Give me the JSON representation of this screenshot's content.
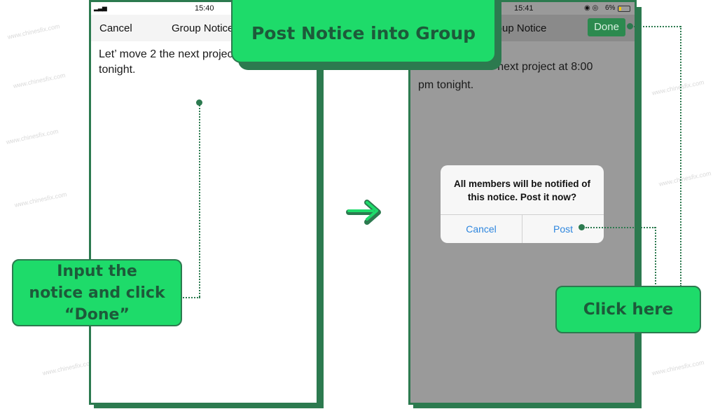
{
  "title": "Post Notice into Group",
  "left_phone": {
    "status_time": "15:40",
    "nav_cancel": "Cancel",
    "nav_title": "Group Notice",
    "notice_text_line1": "Let’ move 2 the next project at 8:00",
    "notice_text_line2": "tonight."
  },
  "right_phone": {
    "status_time": "15:41",
    "status_battery": "6%",
    "nav_title": "Group Notice",
    "nav_done": "Done",
    "notice_text_line1": "Let’ move 2 the next project at 8:00",
    "notice_text_line2": "pm tonight.",
    "dialog_message": "All members will be notified of this notice. Post it now?",
    "dialog_cancel": "Cancel",
    "dialog_post": "Post"
  },
  "callout_left": "Input the notice and click “Done”",
  "callout_right": "Click here",
  "watermark": "www.chinesfix.com",
  "colors": {
    "accent_green": "#1edb6a",
    "dark_green": "#2c7a4f",
    "ios_blue": "#2e86de",
    "dim_gray": "#9a9a9a"
  }
}
